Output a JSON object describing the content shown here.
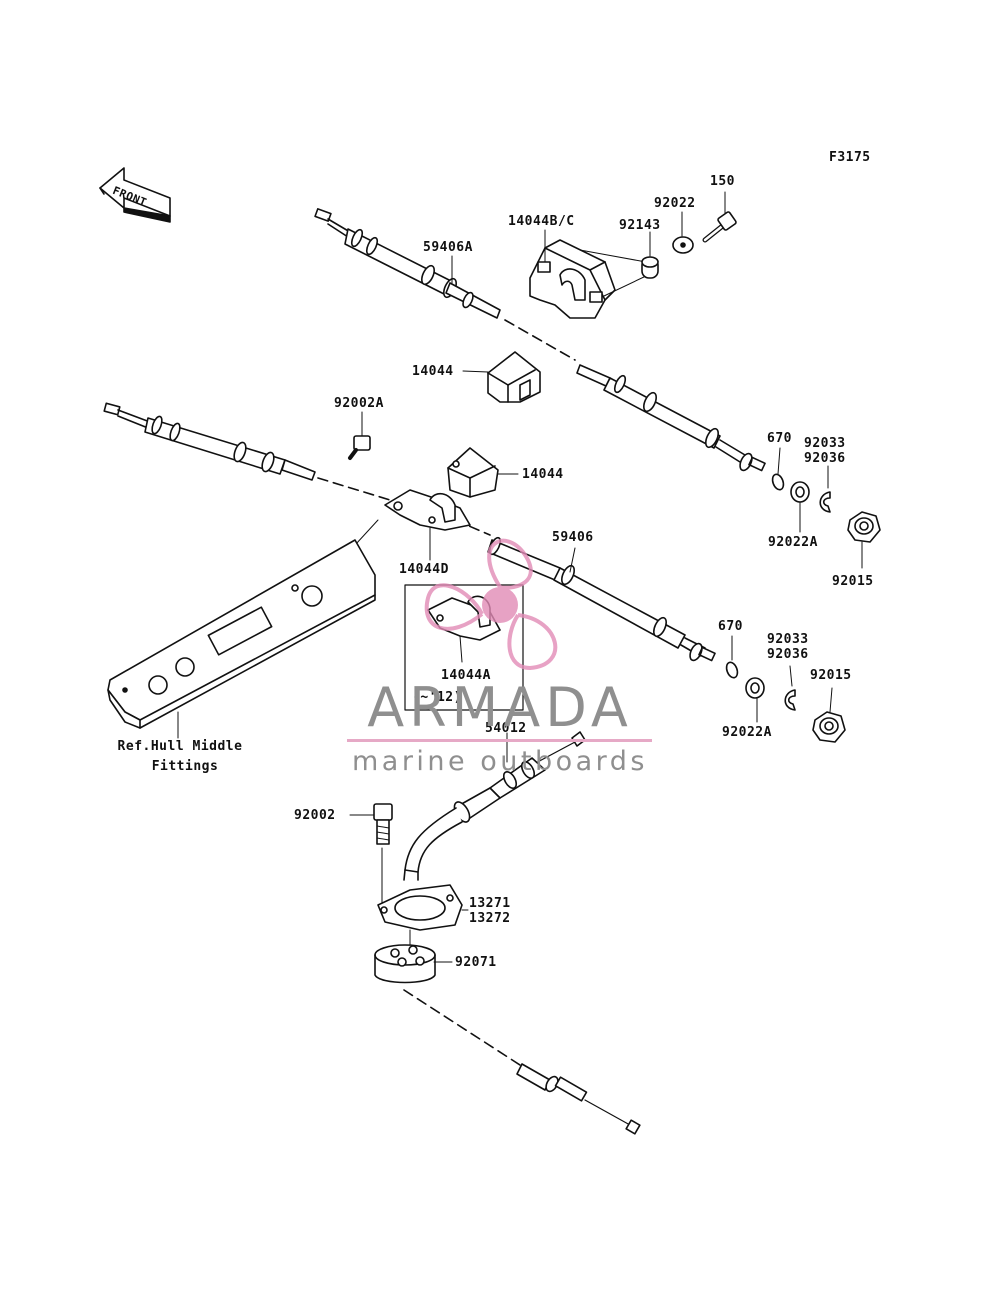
{
  "figure_code": "F3175",
  "front_label": "FRONT",
  "watermark": {
    "brand": "ARMADA",
    "tagline": "marine outboards",
    "accent_color": "#e28bb6",
    "text_color": "#8f8f8f"
  },
  "parts": {
    "p150": "150",
    "p92022": "92022",
    "p92143": "92143",
    "p14044bc": "14044B/C",
    "p59406a": "59406A",
    "p14044_upper": "14044",
    "p92002a": "92002A",
    "p14044_lower": "14044",
    "p670_upper": "670",
    "p92033_upper": "92033",
    "p92036_upper": "92036",
    "p92022a_upper": "92022A",
    "p92015_upper": "92015",
    "p14044d": "14044D",
    "p59406": "59406",
    "p14044a": "14044A",
    "p14044a_note": "(~'12)",
    "p670_lower": "670",
    "p92033_lower": "92033",
    "p92036_lower": "92036",
    "p92015_lower": "92015",
    "p92022a_lower": "92022A",
    "p54012": "54012",
    "p92002": "92002",
    "p13271": "13271",
    "p13272": "13272",
    "p92071": "92071"
  },
  "reference": {
    "line1": "Ref.Hull Middle",
    "line2": "Fittings"
  }
}
